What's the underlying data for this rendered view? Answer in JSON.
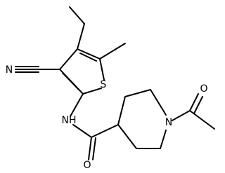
{
  "atoms": {
    "N_nitrile": "N",
    "S_thiophene": "S",
    "NH_amide": "NH",
    "N_piperidine": "N",
    "O_acetyl": "O",
    "O_amide": "O"
  },
  "colors": {
    "bond": "#000000",
    "label": "#000000",
    "background": "#ffffff"
  }
}
